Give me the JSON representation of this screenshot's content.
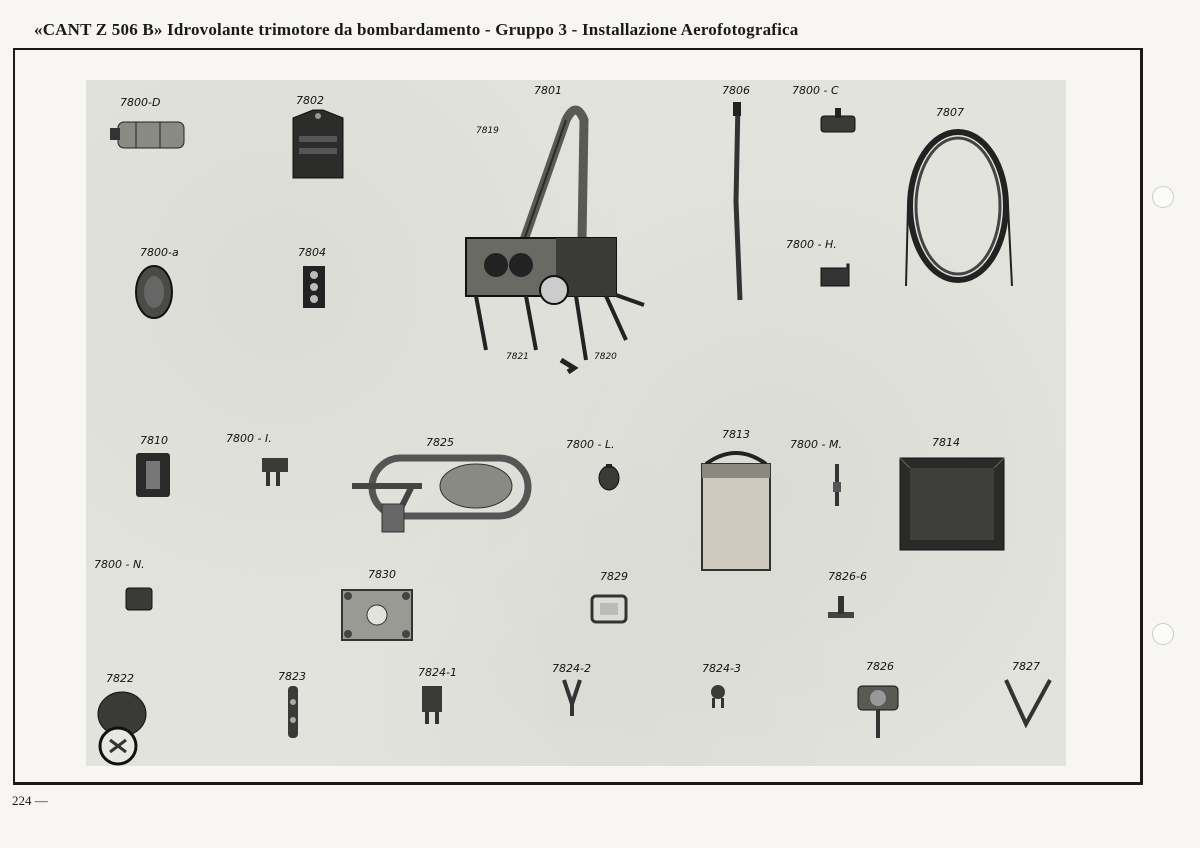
{
  "header": {
    "title": "«CANT Z 506 B» Idrovolante trimotore da bombardamento - Gruppo 3 - Installazione Aerofotografica"
  },
  "labels": {
    "l7800d": "7800-D",
    "l7802": "7802",
    "l7801": "7801",
    "l7806": "7806",
    "l7800c": "7800 - C",
    "l7807": "7807",
    "l7800a": "7800-a",
    "l7804": "7804",
    "l7800h": "7800 - H.",
    "l7819": "7819",
    "l7821": "7821",
    "l7820": "7820",
    "l7810": "7810",
    "l7800i": "7800 - I.",
    "l7825": "7825",
    "l7800l": "7800 - L.",
    "l7813": "7813",
    "l7800m": "7800 - M.",
    "l7814": "7814",
    "l7800n": "7800 - N.",
    "l7830": "7830",
    "l7829": "7829",
    "l7826b": "7826-6",
    "l7822": "7822",
    "l7823": "7823",
    "l7824_1": "7824-1",
    "l7824_2": "7824-2",
    "l7824_3": "7824-3",
    "l7826": "7826",
    "l7827": "7827"
  },
  "footer": {
    "page": "224 —"
  }
}
